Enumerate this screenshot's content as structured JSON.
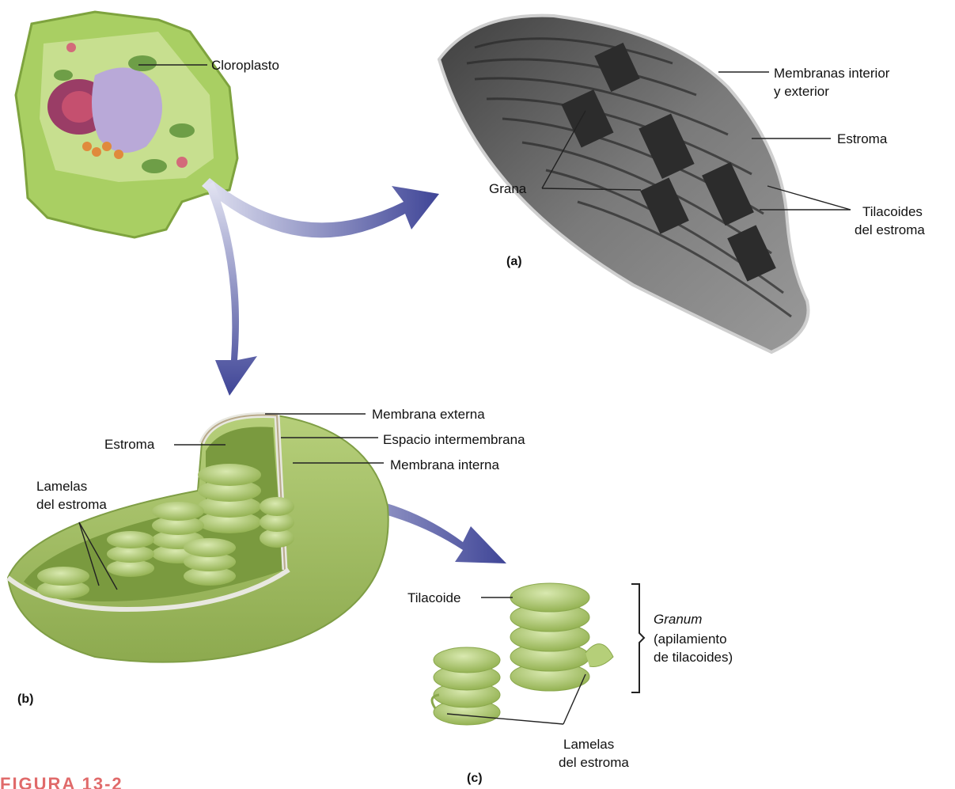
{
  "figure_label": "FIGURA 13-2",
  "panels": {
    "a": "(a)",
    "b": "(b)",
    "c": "(c)"
  },
  "labels": {
    "cloroplasto": "Cloroplasto",
    "membranas_line1": "Membranas interior",
    "membranas_line2": "y exterior",
    "estroma_a": "Estroma",
    "grana": "Grana",
    "tilacoides_line1": "Tilacoides",
    "tilacoides_line2": "del estroma",
    "membrana_externa": "Membrana externa",
    "espacio_intermembrana": "Espacio intermembrana",
    "membrana_interna": "Membrana interna",
    "estroma_b": "Estroma",
    "lamelas_b_line1": "Lamelas",
    "lamelas_b_line2": "del estroma",
    "tilacoide": "Tilacoide",
    "granum_line1": "Granum",
    "granum_line2": "(apilamiento",
    "granum_line3": "de tilacoides)",
    "lamelas_c_line1": "Lamelas",
    "lamelas_c_line2": "del estroma"
  },
  "colors": {
    "cell_green": "#9cc55a",
    "chloroplast_green": "#a8c46a",
    "micrograph_gray": "#8a8a8a",
    "arrow_blue": "#4a4fa0",
    "figure_label": "#e06a6a"
  }
}
